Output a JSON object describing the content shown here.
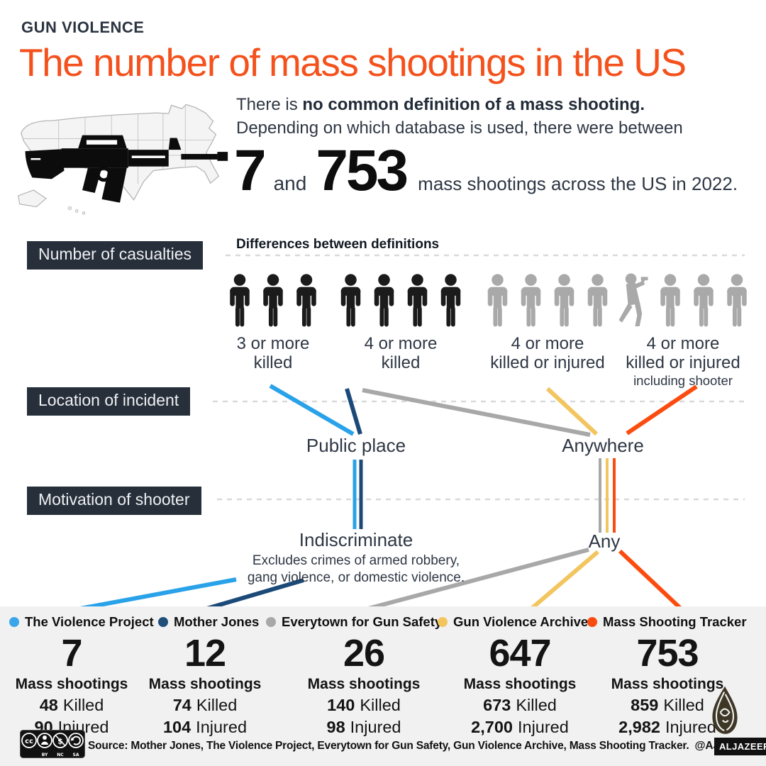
{
  "header": {
    "kicker": "GUN VIOLENCE",
    "title": "The number of mass shootings in the US"
  },
  "intro": {
    "line1_prefix": "There is ",
    "line1_bold": "no common definition of a mass shooting.",
    "line2": "Depending on which database is used, there were between",
    "min": "7",
    "conjunction": "and",
    "max": "753",
    "suffix": "mass shootings across the US in 2022."
  },
  "sections": {
    "casualties_label": "Number of casualties",
    "casualties_note": "Differences between definitions",
    "location_label": "Location of incident",
    "motivation_label": "Motivation of shooter"
  },
  "casualty_groups": [
    {
      "line1": "3 or more",
      "line2": "killed",
      "people": 3,
      "tone": "black"
    },
    {
      "line1": "4 or more",
      "line2": "killed",
      "people": 4,
      "tone": "black"
    },
    {
      "line1": "4 or more",
      "line2": "killed or injured",
      "people": 4,
      "tone": "gray"
    },
    {
      "line1": "4 or more",
      "line2": "killed or injured",
      "line3": "including shooter",
      "people": 4,
      "tone": "gray",
      "includes_shooter": true
    }
  ],
  "locations": {
    "public": "Public place",
    "anywhere": "Anywhere"
  },
  "motivations": {
    "indiscriminate": "Indiscriminate",
    "note_line1": "Excludes crimes of armed robbery,",
    "note_line2": "gang violence, or domestic violence.",
    "any": "Any"
  },
  "labels": {
    "mass_shootings": "Mass shootings",
    "killed": "Killed",
    "injured": "Injured"
  },
  "sources": [
    {
      "name": "The Violence Project",
      "color": "#3aa6e9",
      "shootings": "7",
      "killed": "48",
      "injured": "90"
    },
    {
      "name": "Mother Jones",
      "color": "#1f4e79",
      "shootings": "12",
      "killed": "74",
      "injured": "104"
    },
    {
      "name": "Everytown for Gun Safety",
      "color": "#a8a8a8",
      "shootings": "26",
      "killed": "140",
      "injured": "98"
    },
    {
      "name": "Gun Violence Archive",
      "color": "#f2c55f",
      "shootings": "647",
      "killed": "673",
      "injured": "2,700"
    },
    {
      "name": "Mass Shooting Tracker",
      "color": "#fb4c10",
      "shootings": "753",
      "killed": "859",
      "injured": "2,982"
    }
  ],
  "footer": {
    "license_icons": [
      "CC",
      "BY",
      "NC",
      "SA"
    ],
    "source_text": "Source: Mother Jones, The Violence Project, Everytown for Gun Safety, Gun Violence Archive, Mass Shooting Tracker.",
    "handle": "@AJLabs",
    "brand": "ALJAZEERA"
  },
  "colors": {
    "accent_orange": "#f4511c",
    "dark_box": "#272f3a",
    "band_background": "#f1f1f1"
  },
  "chart_data": {
    "type": "table",
    "title": "The number of mass shootings in the US",
    "subtitle": "There is no common definition of a mass shooting. Depending on which database is used, there were between 7 and 753 mass shootings across the US in 2022.",
    "columns": [
      "Source",
      "Number of casualties",
      "Location of incident",
      "Motivation of shooter",
      "Mass shootings",
      "Killed",
      "Injured"
    ],
    "rows": [
      [
        "The Violence Project",
        "3 or more killed",
        "Public place",
        "Indiscriminate",
        7,
        48,
        90
      ],
      [
        "Mother Jones",
        "4 or more killed",
        "Public place",
        "Indiscriminate",
        12,
        74,
        104
      ],
      [
        "Everytown for Gun Safety",
        "4 or more killed",
        "Anywhere",
        "Any",
        26,
        140,
        98
      ],
      [
        "Gun Violence Archive",
        "4 or more killed or injured",
        "Anywhere",
        "Any",
        647,
        673,
        2700
      ],
      [
        "Mass Shooting Tracker",
        "4 or more killed or injured including shooter",
        "Anywhere",
        "Any",
        753,
        859,
        2982
      ]
    ]
  }
}
